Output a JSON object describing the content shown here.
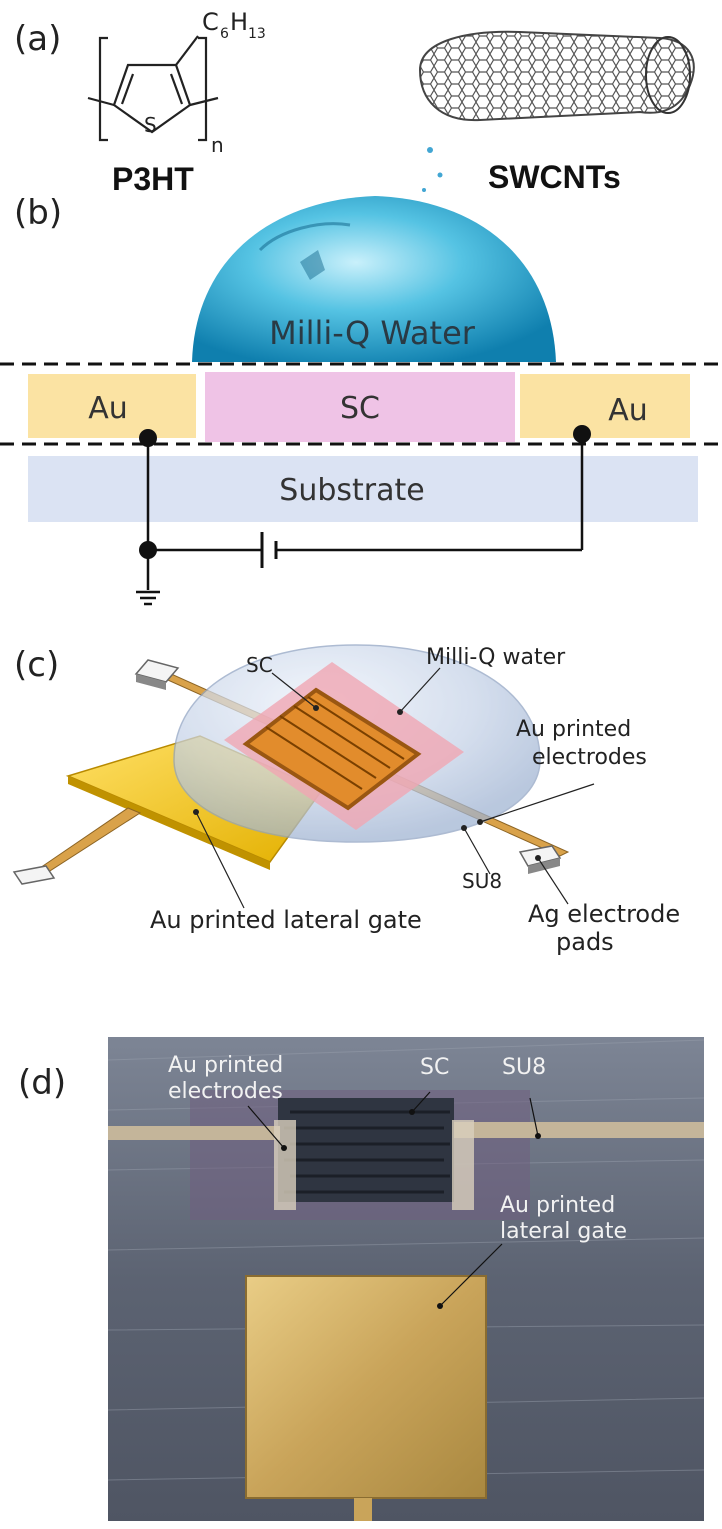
{
  "panels": {
    "a": {
      "label": "(a)",
      "p3ht": {
        "name": "P3HT",
        "substituent_main": "C",
        "substituent_sub1": "6",
        "substituent_h": "H",
        "substituent_sub2": "13",
        "heteroatom": "S",
        "repeat_subscript": "n"
      },
      "swcnt": {
        "name": "SWCNTs"
      }
    },
    "b": {
      "label": "(b)",
      "water_label": "Milli-Q Water",
      "left_electrode": "Au",
      "semiconductor": "SC",
      "right_electrode": "Au",
      "substrate": "Substrate"
    },
    "c": {
      "label": "(c)",
      "callouts": {
        "sc": "SC",
        "water": "Milli-Q water",
        "electrodes_line1": "Au printed",
        "electrodes_line2": "electrodes",
        "su8": "SU8",
        "pads_line1": "Ag electrode",
        "pads_line2": "pads",
        "gate": "Au printed lateral gate"
      }
    },
    "d": {
      "label": "(d)",
      "callouts": {
        "electrodes_line1": "Au printed",
        "electrodes_line2": "electrodes",
        "sc": "SC",
        "su8": "SU8",
        "gate_line1": "Au printed",
        "gate_line2": "lateral gate"
      }
    }
  },
  "colors": {
    "gold_layer": "#fbe3a3",
    "sc_layer": "#efc3e6",
    "substrate_layer": "#dbe3f3",
    "water_blue": "#2aa6cf",
    "gold_pad": "#f2c400"
  }
}
